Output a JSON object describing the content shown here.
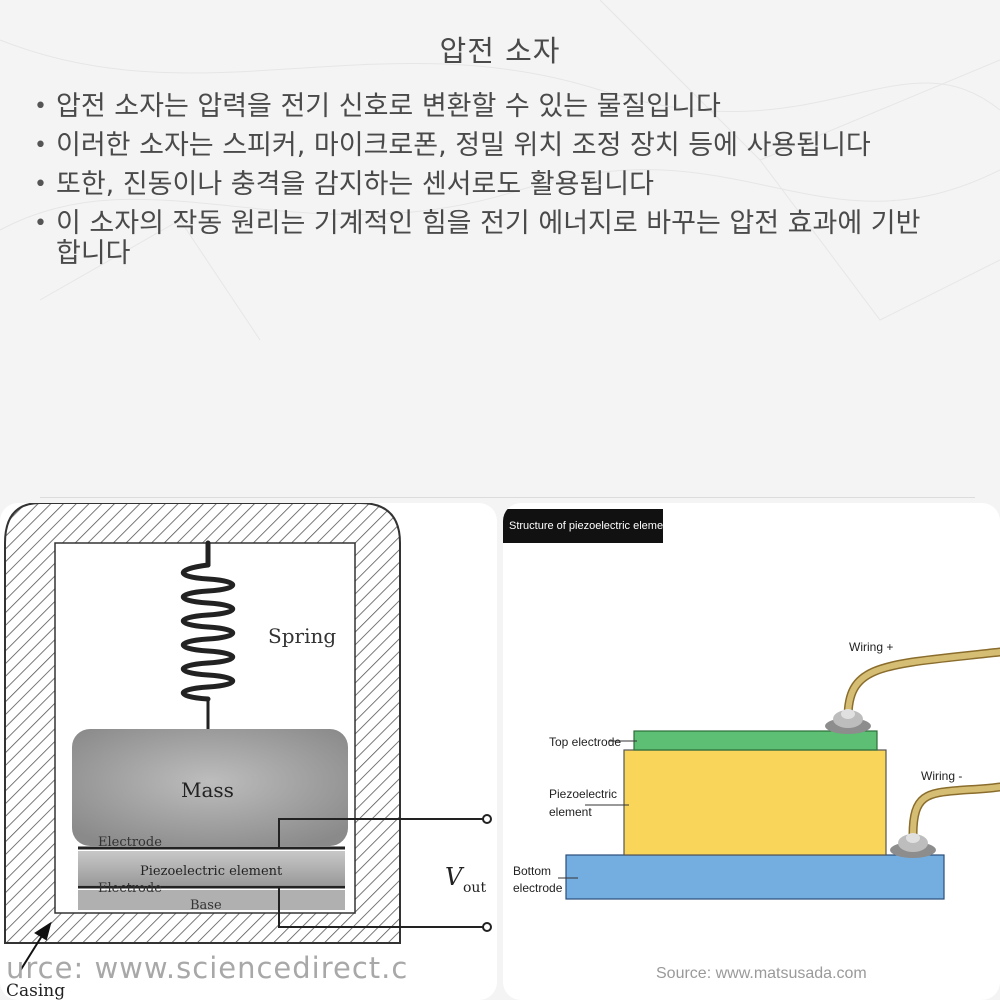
{
  "slide": {
    "title": "압전 소자",
    "bullets": [
      "압전 소자는 압력을 전기 신호로 변환할 수 있는 물질입니다",
      "이러한 소자는 스피커, 마이크로폰, 정밀 위치 조정 장치 등에 사용됩니다",
      "또한, 진동이나 충격을 감지하는 센서로도 활용됩니다",
      "이 소자의 작동 원리는 기계적인 힘을 전기 에너지로 바꾸는 압전 효과에 기반합니다"
    ]
  },
  "figure_left": {
    "labels": {
      "spring": "Spring",
      "mass": "Mass",
      "electrode_top": "Electrode",
      "piezo": "Piezoelectric element",
      "electrode_bottom": "Electrode",
      "base": "Base",
      "vout_v": "V",
      "vout_sub": "out",
      "casing": "Casing"
    },
    "source": "urce: www.sciencedirect.c"
  },
  "figure_right": {
    "header": "Structure of piezoelectric element",
    "labels": {
      "wiring_plus": "Wiring +",
      "wiring_minus": "Wiring -",
      "top_electrode": "Top electrode",
      "piezo_line1": "Piezoelectric",
      "piezo_line2": "element",
      "bottom_line1": "Bottom",
      "bottom_line2": "electrode"
    },
    "source": "Source: www.matsusada.com"
  },
  "colors": {
    "top_electrode": "#5cbf73",
    "piezo": "#f9d55a",
    "bottom_electrode": "#74aee0",
    "wire": "#b89a4e"
  }
}
